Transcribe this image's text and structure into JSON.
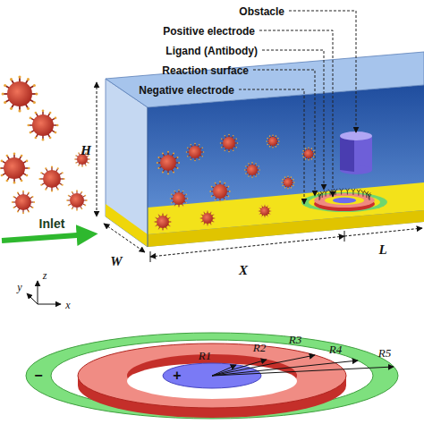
{
  "diagram": {
    "labels": [
      "Obstacle",
      "Positive electrode",
      "Ligand (Antibody)",
      "Reaction surface",
      "Negative electrode",
      "H",
      "W",
      "X",
      "L",
      "Inlet",
      "y",
      "z",
      "x",
      "+",
      "−",
      "R1",
      "R2",
      "R3",
      "R4",
      "R5"
    ]
  }
}
